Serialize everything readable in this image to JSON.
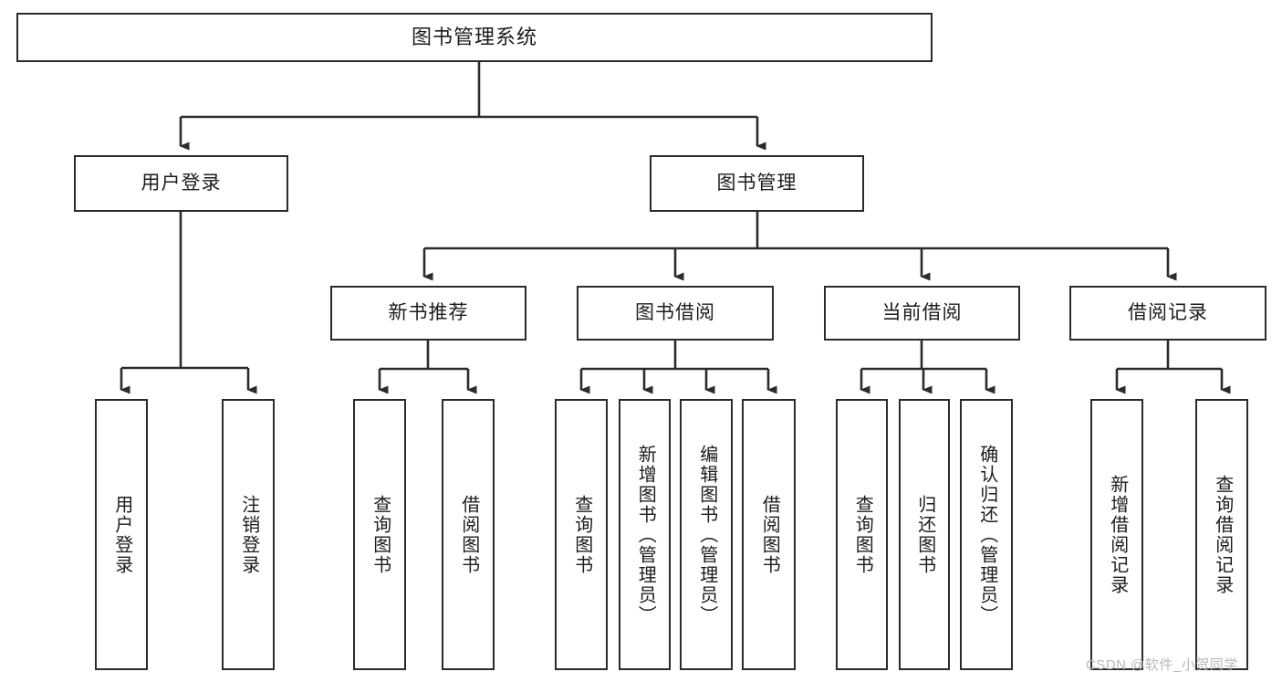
{
  "diagram": {
    "type": "hierarchy-tree",
    "title": "图书管理系统",
    "watermark": "CSDN @软件_小贺同学",
    "colors": {
      "background": "#ffffff",
      "box_border": "#2b2b2b",
      "box_fill": "#ffffff",
      "connector": "#2b2b2b",
      "text": "#1c1c1c",
      "watermark": "#b8b8b8"
    },
    "nodes": {
      "root": {
        "label": "图书管理系统"
      },
      "level2": [
        {
          "label": "用户登录"
        },
        {
          "label": "图书管理"
        }
      ],
      "level3": [
        {
          "label": "新书推荐"
        },
        {
          "label": "图书借阅"
        },
        {
          "label": "当前借阅"
        },
        {
          "label": "借阅记录"
        }
      ],
      "leaves": {
        "user_login": [
          {
            "label": "用户登录"
          },
          {
            "label": "注销登录"
          }
        ],
        "new_book_recommend": [
          {
            "label": "查询图书"
          },
          {
            "label": "借阅图书"
          }
        ],
        "book_borrow": [
          {
            "label": "查询图书"
          },
          {
            "label": "新增图书（管理员）"
          },
          {
            "label": "编辑图书（管理员）"
          },
          {
            "label": "借阅图书"
          }
        ],
        "current_borrow": [
          {
            "label": "查询图书"
          },
          {
            "label": "归还图书"
          },
          {
            "label": "确认归还（管理员）"
          }
        ],
        "borrow_record": [
          {
            "label": "新增借阅记录"
          },
          {
            "label": "查询借阅记录"
          }
        ]
      }
    }
  }
}
